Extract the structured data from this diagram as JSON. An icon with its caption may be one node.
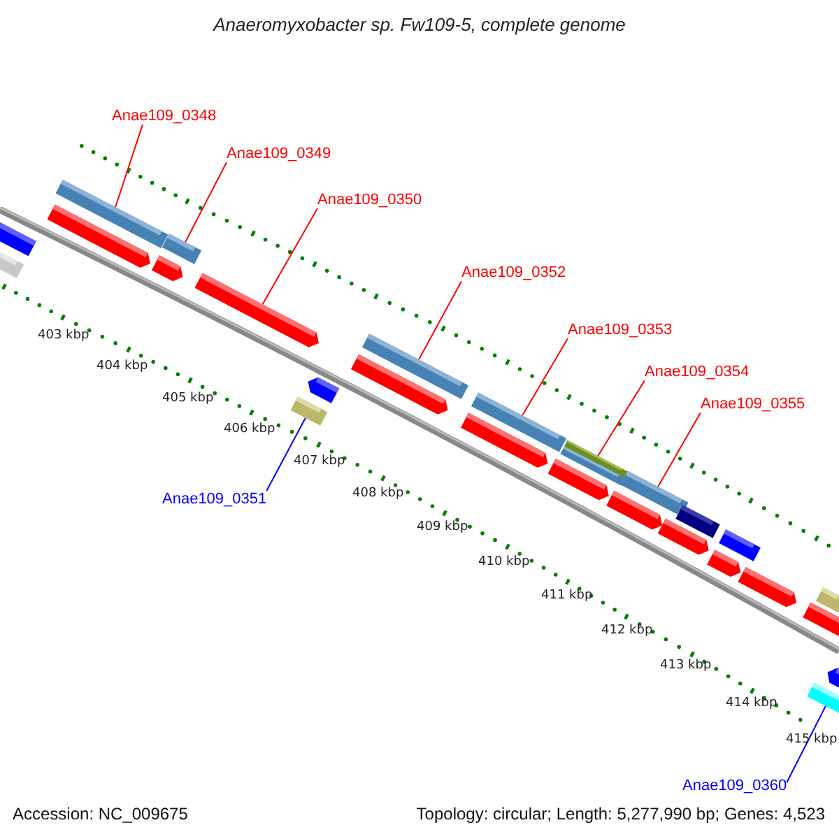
{
  "diagram": {
    "title": "Anaeromyxobacter sp. Fw109-5, complete genome",
    "nodes": [
      {
        "text": [
          "Anae109_0348"
        ]
      },
      {
        "text": [],
        "shape": "bar"
      },
      {
        "text": [
          "Anae109_0349"
        ]
      },
      {
        "text": [],
        "shape": "bar"
      },
      {
        "text": [
          "Anae109_0350"
        ]
      },
      {
        "text": [],
        "shape": "bar"
      },
      {
        "text": [
          "Anae109_0351"
        ]
      },
      {
        "text": [],
        "shape": "bar"
      },
      {
        "text": [
          "Anae109_0352"
        ]
      },
      {
        "text": [],
        "shape": "bar"
      },
      {
        "text": [
          "Anae109_0353"
        ]
      },
      {
        "text": [],
        "shape": "bar"
      },
      {
        "text": [
          "Anae109_0354"
        ]
      },
      {
        "text": [],
        "shape": "bar"
      },
      {
        "text": [
          "Anae109_0355"
        ]
      },
      {
        "text": [],
        "shape": "bar"
      },
      {
        "text": [
          "Anae109_0360"
        ]
      },
      {
        "text": [],
        "shape": "bar"
      },
      {
        "text": [],
        "shape": "bar"
      },
      {
        "text": [],
        "shape": "bar"
      },
      {
        "text": [],
        "shape": "bar"
      },
      {
        "text": [],
        "shape": "bar"
      },
      {
        "text": [],
        "shape": "bar"
      },
      {
        "text": [],
        "shape": "bar"
      },
      {
        "text": [],
        "shape": "bar"
      },
      {
        "text": [],
        "shape": "bar"
      },
      {
        "text": [],
        "shape": "bar"
      },
      {
        "text": [],
        "shape": "bar"
      },
      {
        "text": [],
        "shape": "bar"
      },
      {
        "text": [],
        "shape": "bar"
      },
      {
        "text": [],
        "shape": "bar"
      },
      {
        "text": [],
        "shape": "bar"
      },
      {
        "text": [],
        "shape": "bar"
      },
      {
        "text": [],
        "shape": "bar"
      },
      {
        "text": [],
        "shape": "bar"
      }
    ],
    "edges": [
      {
        "from": 0,
        "to": 1,
        "arrow": "none"
      },
      {
        "from": 2,
        "to": 3,
        "arrow": "none"
      },
      {
        "from": 4,
        "to": 5,
        "arrow": "none"
      },
      {
        "from": 6,
        "to": 7,
        "arrow": "none",
        "color": "#0000ff"
      },
      {
        "from": 8,
        "to": 9,
        "arrow": "none"
      },
      {
        "from": 10,
        "to": 11,
        "arrow": "none"
      },
      {
        "from": 12,
        "to": 13,
        "arrow": "none"
      },
      {
        "from": 14,
        "to": 15,
        "arrow": "none"
      },
      {
        "from": 16,
        "to": 17,
        "arrow": "none",
        "color": "#0000ff"
      }
    ],
    "labels": [
      "403 kbp",
      "404 kbp",
      "405 kbp",
      "406 kbp",
      "407 kbp",
      "408 kbp",
      "409 kbp",
      "410 kbp",
      "411 kbp",
      "412 kbp",
      "413 kbp",
      "414 kbp",
      "415 kbp",
      "Accession: NC_009675",
      "Topology: circular; Length: 5,277,990 bp; Genes: 4,523"
    ]
  }
}
